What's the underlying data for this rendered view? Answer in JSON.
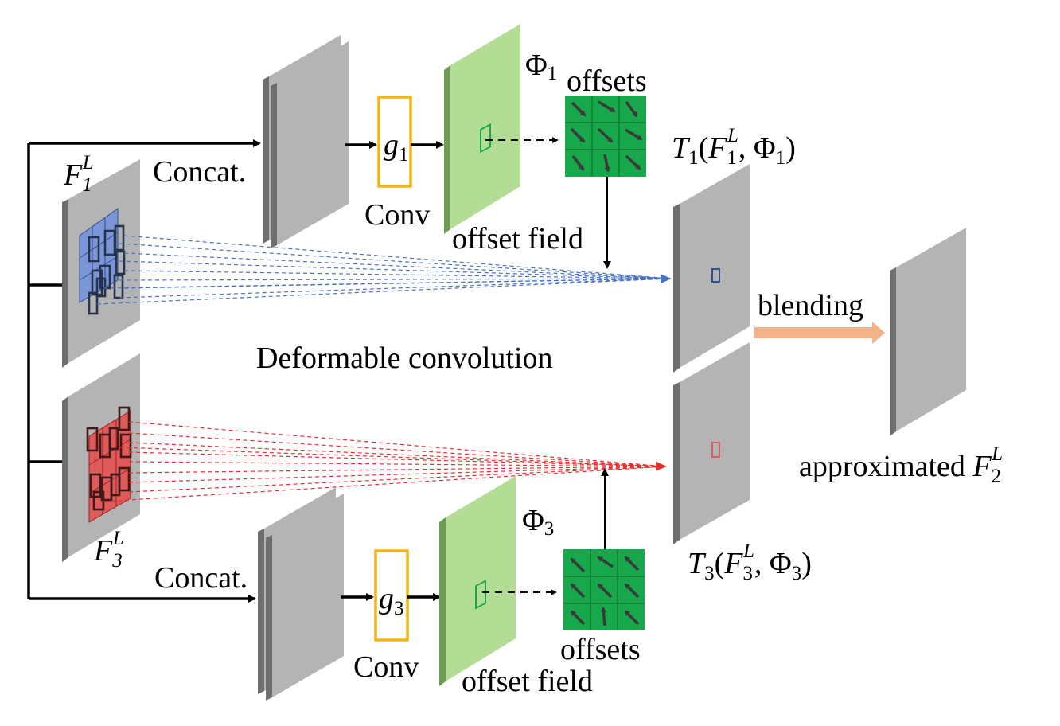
{
  "labels": {
    "f1_base": "F",
    "f1_sub": "1",
    "f1_sup": "L",
    "f3_base": "F",
    "f3_sub": "3",
    "f3_sup": "L",
    "concat_top": "Concat.",
    "concat_bottom": "Concat.",
    "g1_base": "g",
    "g1_sub": "1",
    "g3_base": "g",
    "g3_sub": "3",
    "conv_top": "Conv",
    "conv_bottom": "Conv",
    "phi1_base": "Φ",
    "phi1_sub": "1",
    "phi3_base": "Φ",
    "phi3_sub": "3",
    "offsets_top": "offsets",
    "offsets_bottom": "offsets",
    "offset_field_top": "offset field",
    "offset_field_bottom": "offset field",
    "t1_T": "T",
    "t1_sub": "1",
    "t1_open": "(",
    "t1_F": "F",
    "t1_Fsub": "1",
    "t1_Fsup": "L",
    "t1_comma": ", Φ",
    "t1_phisub": "1",
    "t1_close": ")",
    "t3_T": "T",
    "t3_sub": "3",
    "t3_open": "(",
    "t3_F": "F",
    "t3_Fsub": "3",
    "t3_Fsup": "L",
    "t3_comma": ", Φ",
    "t3_phisub": "3",
    "t3_close": ")",
    "deformable": "Deformable convolution",
    "blending": "blending",
    "approx_text": "approximated ",
    "approx_F": "F",
    "approx_sub": "2",
    "approx_sup": "L"
  },
  "colors": {
    "feature_map": "#b4b4b4",
    "feature_map_edge": "#6e6e6e",
    "offset_field": "#b3dd94",
    "offset_field_edge": "#6e9b55",
    "offsets_grid": "#16a84a",
    "conv_box": "#f2b418",
    "blue_region": "#7a96d6",
    "red_region": "#e05a5a",
    "blend_arrow": "#f4b28b"
  },
  "icons": {
    "offsets_top": [
      "arrow-down-right",
      "arrow-down-right",
      "arrow-down-right",
      "arrow-down-right",
      "arrow-down-right",
      "arrow-down-right",
      "arrow-down-right",
      "arrow-down",
      "arrow-down-right"
    ],
    "offsets_bottom": [
      "arrow-up-left",
      "arrow-up-left",
      "arrow-up-left",
      "arrow-up-left",
      "arrow-up-left",
      "arrow-up-left",
      "arrow-up-left",
      "arrow-up",
      "arrow-up-left"
    ]
  }
}
